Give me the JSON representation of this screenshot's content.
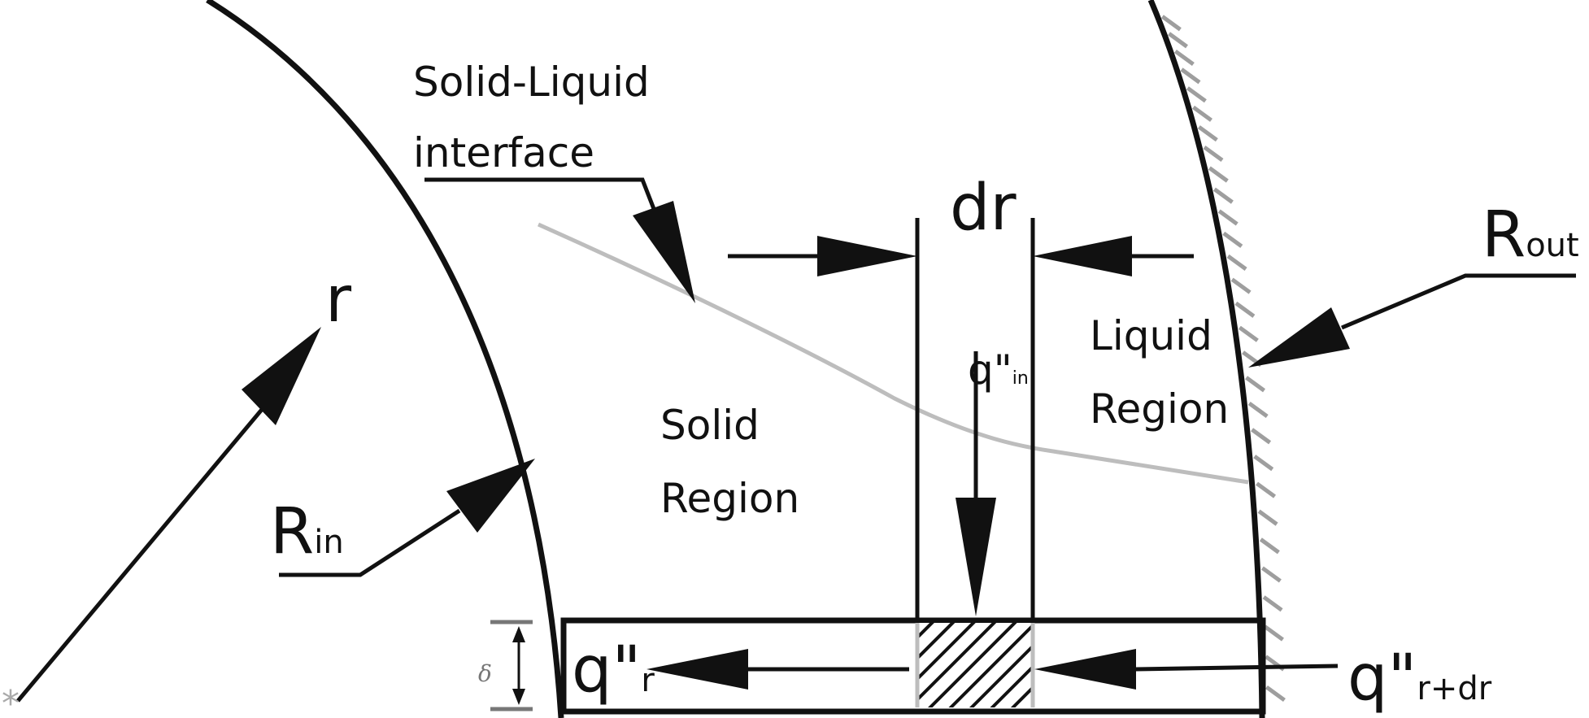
{
  "labels": {
    "interface_line1": "Solid-Liquid",
    "interface_line2": "interface",
    "dr": "dr",
    "r": "r",
    "r_out_main": "R",
    "r_out_sub": "out",
    "r_in_main": "R",
    "r_in_sub": "in",
    "liquid_line1": "Liquid",
    "liquid_line2": "Region",
    "solid_line1": "Solid",
    "solid_line2": "Region",
    "q_in_main": "q\"",
    "q_in_sub": "in",
    "q_r_main": "q\"",
    "q_r_sub": "r",
    "q_rdr_main": "q\"",
    "q_rdr_sub": "r+dr",
    "delta": "δ"
  },
  "colors": {
    "line": "#111111",
    "interface_curve": "#bdbdbd",
    "hatch_wall": "#9e9e9e",
    "delta_marker": "#777777"
  }
}
